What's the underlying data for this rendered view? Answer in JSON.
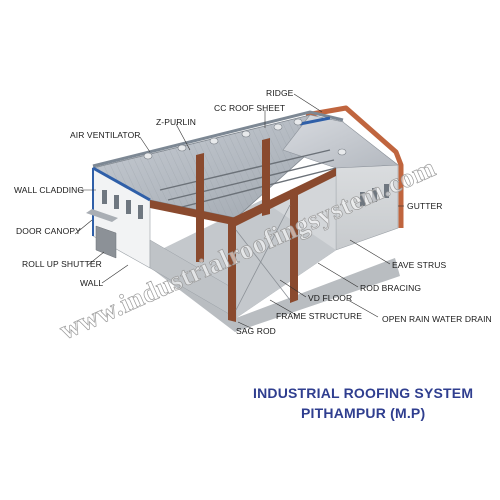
{
  "labels": {
    "ridge": "RIDGE",
    "cc_roof_sheet": "CC ROOF SHEET",
    "z_purlin": "Z-PURLIN",
    "air_ventilator": "AIR VENTILATOR",
    "wall_cladding": "WALL CLADDING",
    "door_canopy": "DOOR CANOPY",
    "roll_up_shutter": "ROLL UP SHUTTER",
    "wall": "WALL",
    "gutter": "GUTTER",
    "eave_strus": "EAVE STRUS",
    "rod_bracing": "ROD BRACING",
    "vd_floor": "VD FLOOR",
    "open_rain_water_drain": "OPEN RAIN WATER DRAIN",
    "frame_structure": "FRAME STRUCTURE",
    "sag_rod": "SAG ROD"
  },
  "watermark": "www.industrialroofingsystem.com",
  "title": {
    "line1": "INDUSTRIAL ROOFING SYSTEM",
    "line2": "PITHAMPUR (M.P)"
  },
  "colors": {
    "title": "#2f3e8f",
    "frame": "#8a4a2e",
    "trim": "#2f5fa8",
    "gutter": "#c0653e"
  }
}
